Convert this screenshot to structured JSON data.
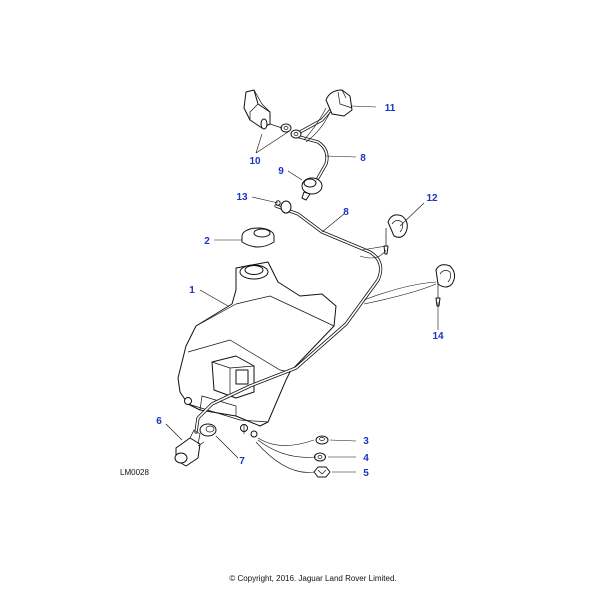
{
  "diagram": {
    "reference_code": "LM0028",
    "copyright": "© Copyright, 2016. Jaguar Land Rover Limited.",
    "callouts": [
      "1",
      "2",
      "3",
      "4",
      "5",
      "6",
      "7",
      "8",
      "8",
      "9",
      "10",
      "11",
      "12",
      "13",
      "14"
    ],
    "callout_color": "#1a33c8",
    "line_color": "#111111"
  }
}
